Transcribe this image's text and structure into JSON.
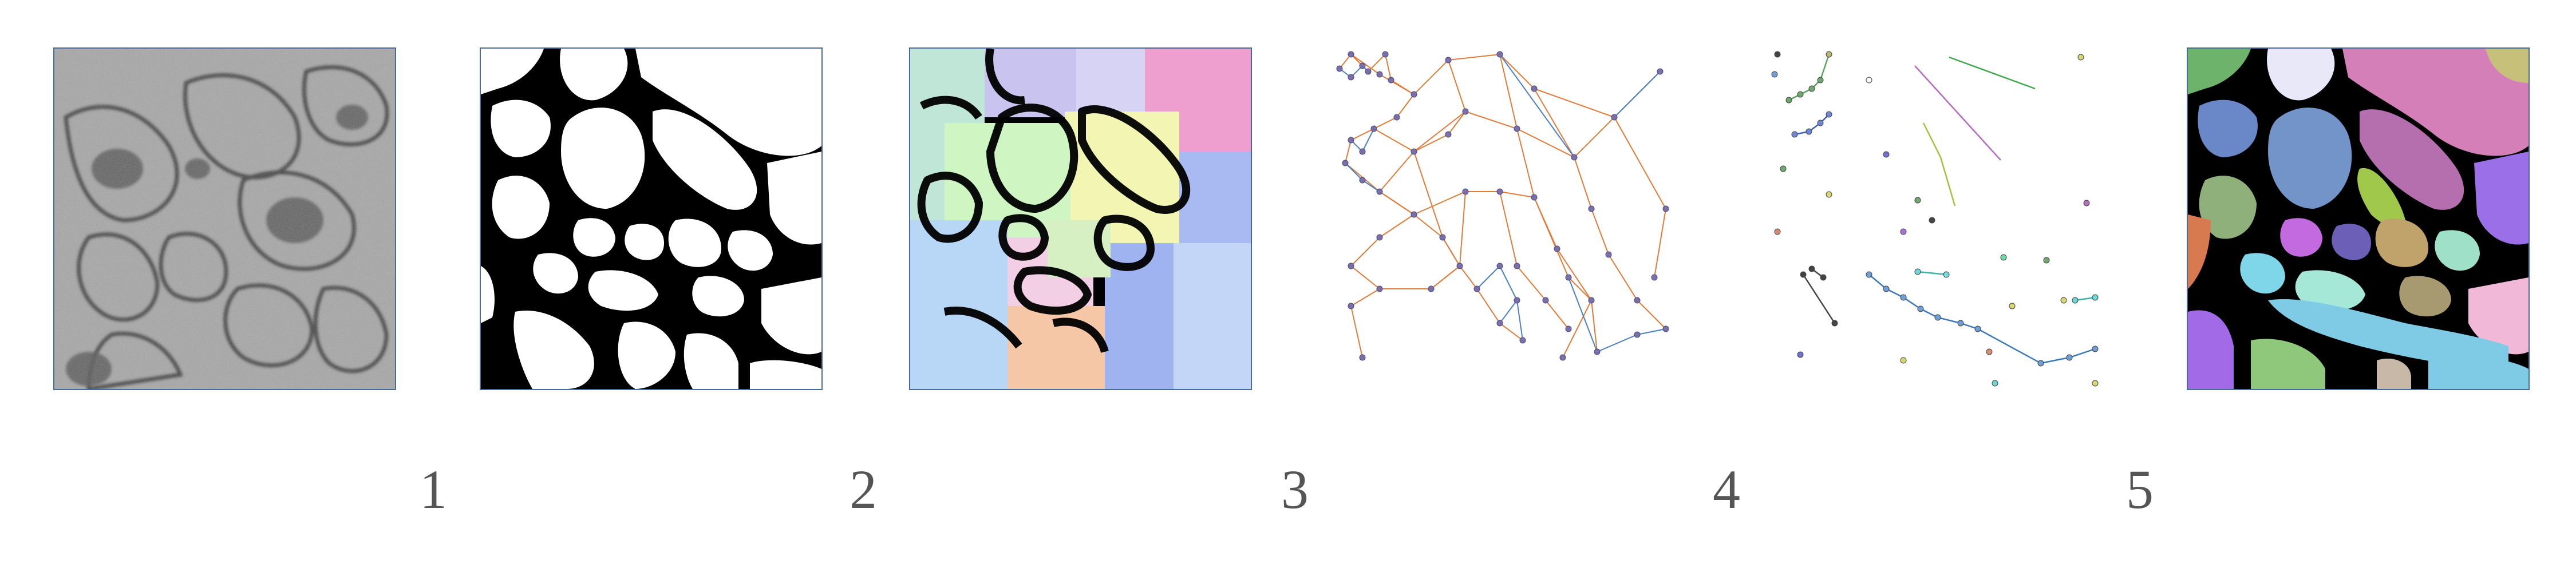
{
  "steps": [
    {
      "number": "1"
    },
    {
      "number": "2"
    },
    {
      "number": "3"
    },
    {
      "number": "4"
    },
    {
      "number": "5"
    }
  ],
  "colors": {
    "frame": "#4a6b95",
    "label": "#555555",
    "graph_edge_orange": "#e07b39",
    "graph_edge_blue": "#4a7fc1",
    "graph_node": "#7a6fa8",
    "membrane": "#000000",
    "em_background": "#9a9a9a"
  }
}
